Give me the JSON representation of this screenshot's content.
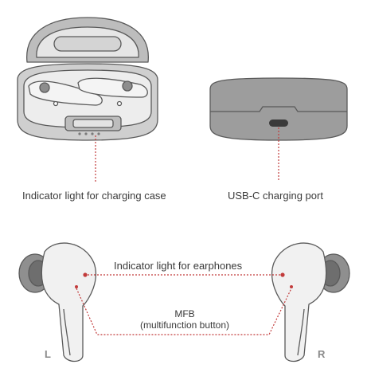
{
  "labels": {
    "case_indicator": "Indicator light for charging case",
    "usb_port": "USB-C charging port",
    "earphone_indicator": "Indicator light for earphones",
    "mfb_line1": "MFB",
    "mfb_line2": "(multifunction button)",
    "left": "L",
    "right": "R"
  },
  "colors": {
    "outline": "#5a5a5a",
    "case_fill": "#e9e9e9",
    "case_dark": "#9a9a9a",
    "leader": "#c23b3b",
    "text": "#3a3a3a"
  }
}
